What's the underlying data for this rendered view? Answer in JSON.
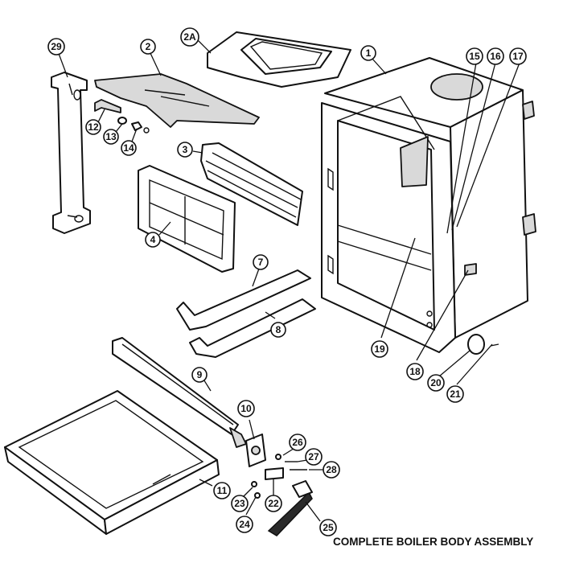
{
  "caption": "COMPLETE BOILER BODY ASSEMBLY",
  "callouts": {
    "c29": "29",
    "c2": "2",
    "c2a": "2A",
    "c1": "1",
    "c15": "15",
    "c16": "16",
    "c17": "17",
    "c12": "12",
    "c13": "13",
    "c14": "14",
    "c3": "3",
    "c4": "4",
    "c7": "7",
    "c8": "8",
    "c19": "19",
    "c18": "18",
    "c20": "20",
    "c21": "21",
    "c9": "9",
    "c10": "10",
    "c11": "11",
    "c26": "26",
    "c27": "27",
    "c28": "28",
    "c23": "23",
    "c22": "22",
    "c24": "24",
    "c25": "25"
  }
}
